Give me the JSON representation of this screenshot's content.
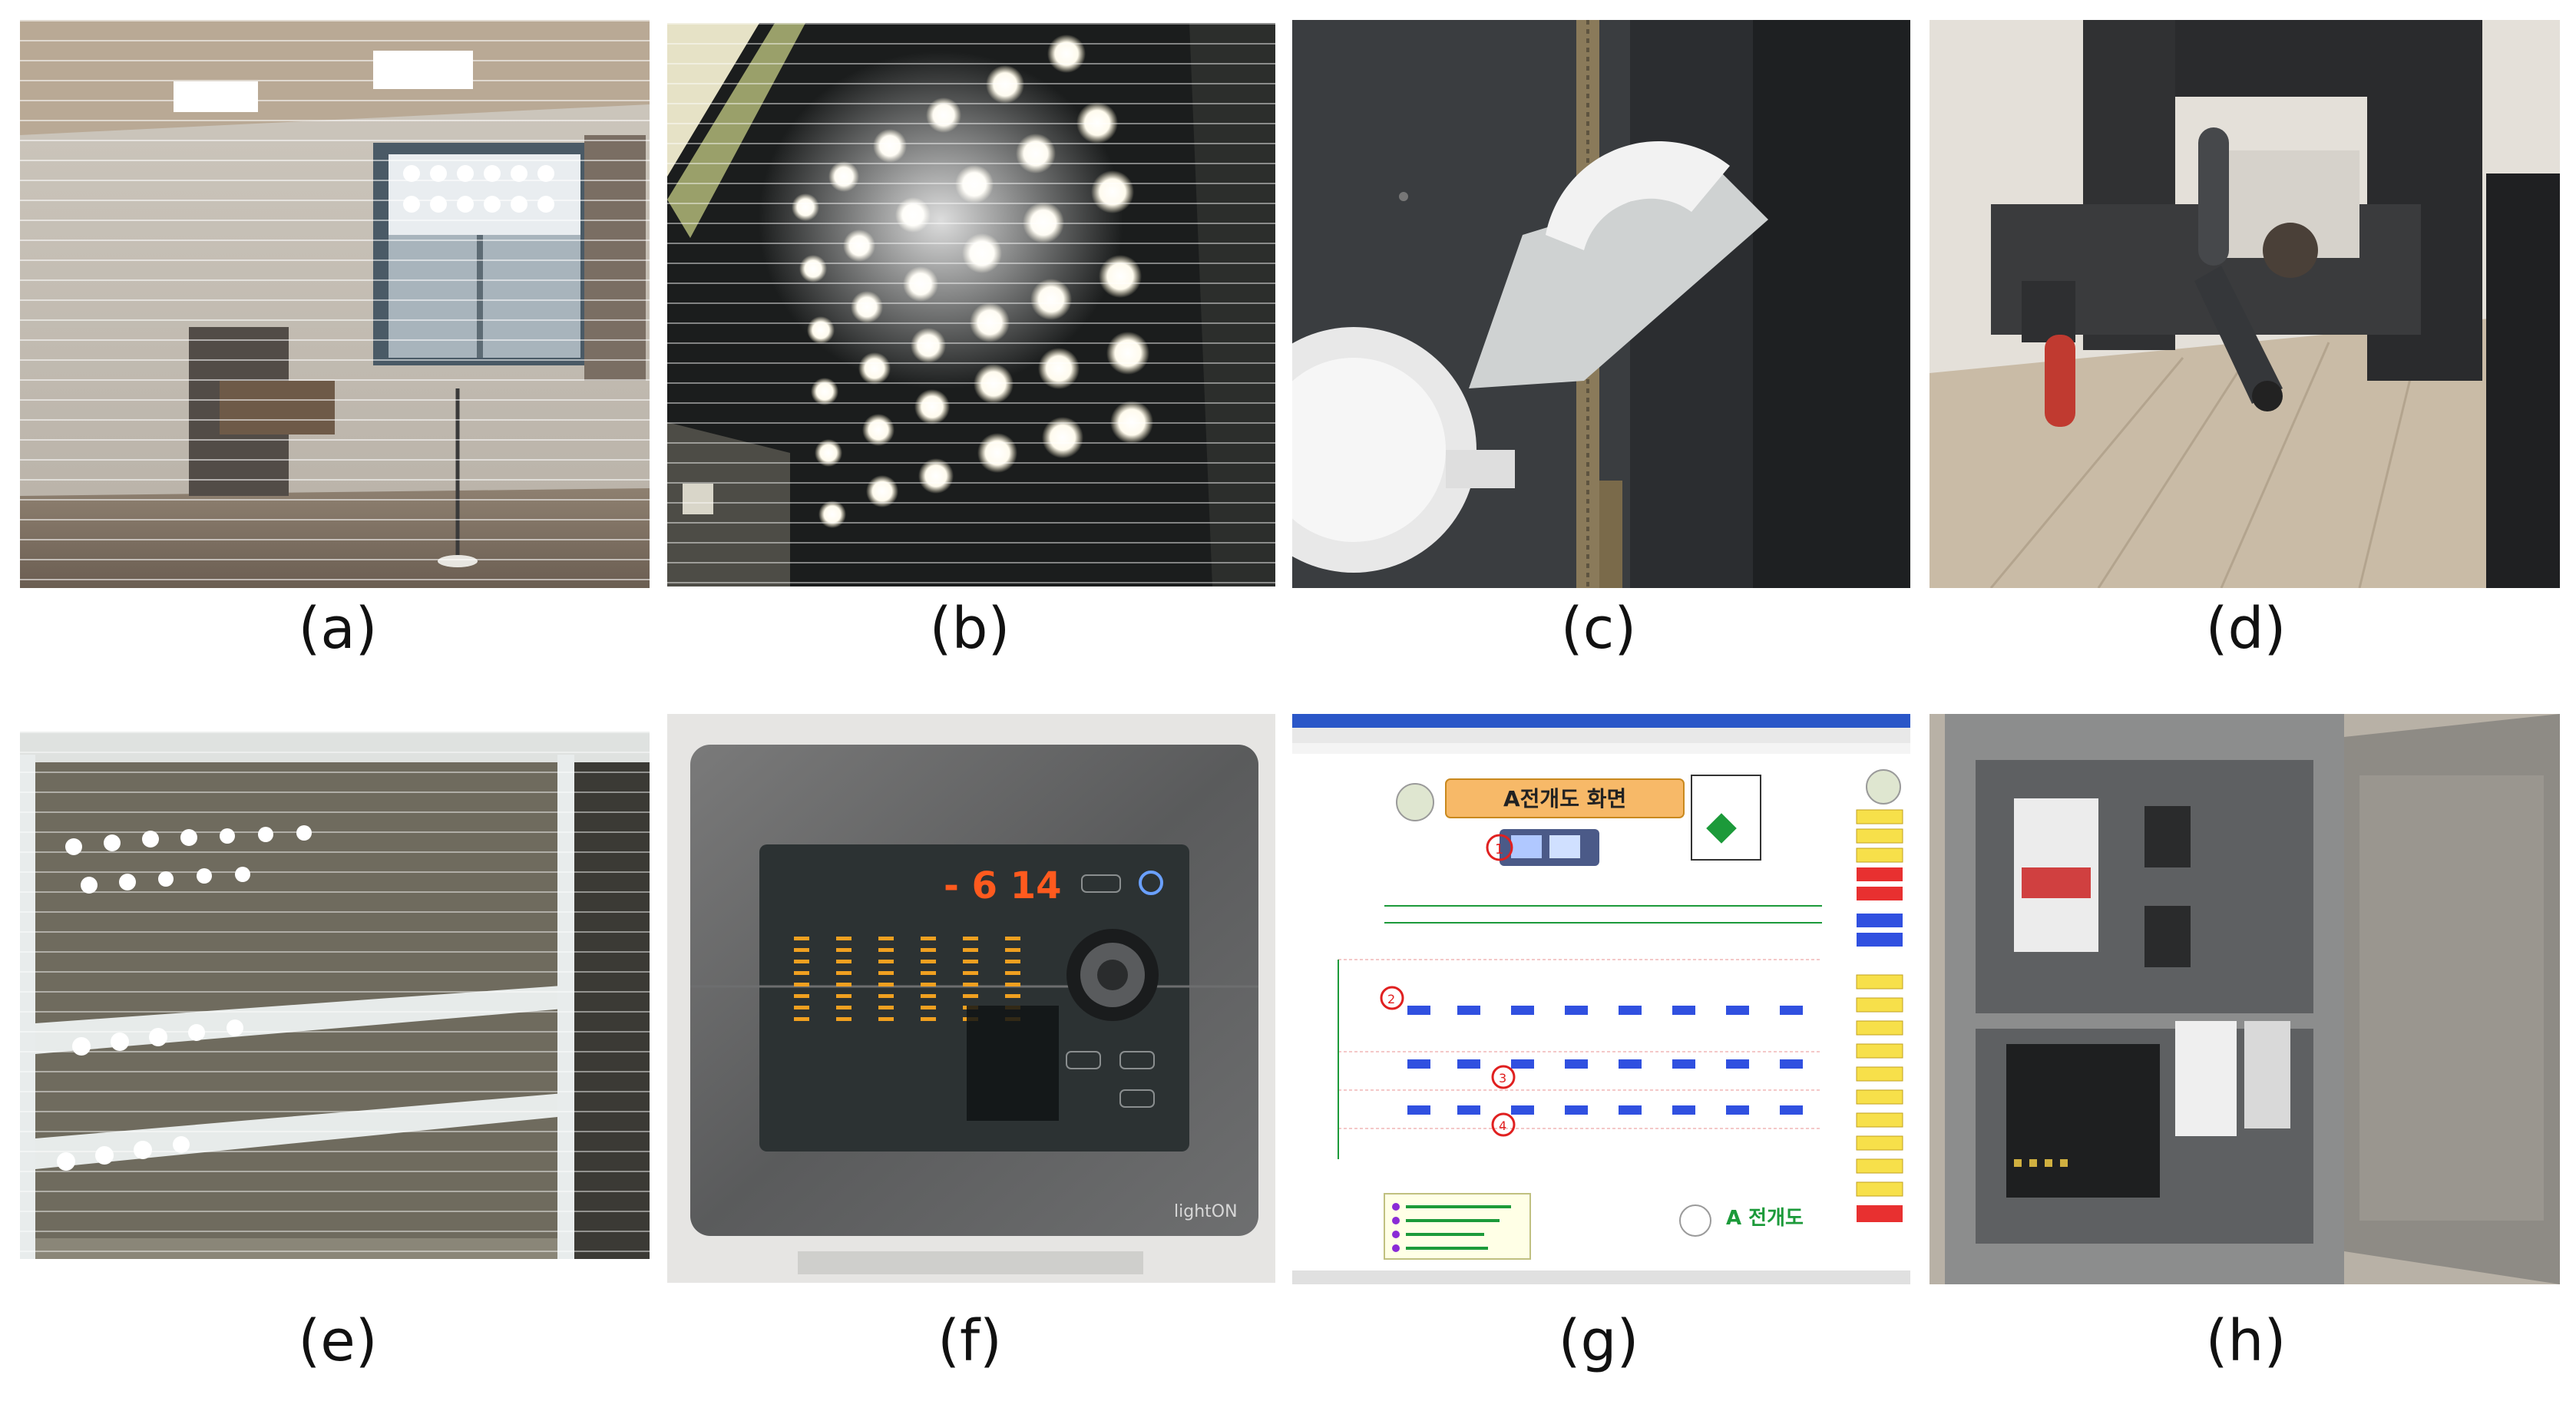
{
  "figure": {
    "captions": [
      "(a)",
      "(b)",
      "(c)",
      "(d)",
      "(e)",
      "(f)",
      "(g)",
      "(h)"
    ]
  },
  "panel_f": {
    "display_reading": "- 6 14",
    "brand": "lightON"
  },
  "panel_g": {
    "screen_title": "A전개도 화면",
    "section_label": "A 전개도",
    "markers": [
      "1",
      "2",
      "3",
      "4"
    ]
  },
  "colors": {
    "background": "#ffffff",
    "caption_text": "#111111",
    "led_amber": "#f0a020",
    "display_red": "#ff5a1e",
    "screen_title_bg": "#f7b968",
    "marker_red": "#e02020"
  }
}
